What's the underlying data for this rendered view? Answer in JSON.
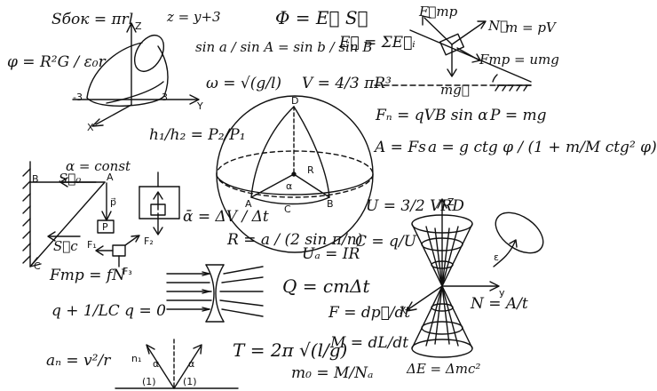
{
  "formulas": {
    "s_lateral": "Sбок = πrl",
    "z_eq": "z = y+3",
    "flux": "Φ = E⃗ S⃗",
    "e_sum": "E⃗ = ΣE⃗ᵢ",
    "f_tr": "F⃗тр",
    "n_vec": "N⃗",
    "m_pv": "m = pV",
    "f_tr_umg": "Fтр = umg",
    "phi_eq": "φ = R²G / ε₀r",
    "snell": "sin a / sin A = sin b / sin B",
    "omega": "ω = √(g/l)",
    "volume": "V = 4/3 πR³",
    "mg_vec": "mg⃗",
    "lorentz": "Fₙ = qVB sin α",
    "weight": "P = mg",
    "work": "A = Fs",
    "accel": "a = g ctg φ / (1 + m/M ctg² φ)",
    "h_ratio": "h₁/h₂ = P₂/P₁",
    "alpha_const": "α = const",
    "s0": "S⃗₀",
    "alpha_bar": "ᾱ = ΔV / Δt",
    "radius": "R = a / (2 sin π/n)",
    "internal_energy": "U = 3/2 VRD",
    "capacitance": "C = q/U",
    "ohm": "Uₐ = IR",
    "sc": "S⃗c",
    "f_tr_fn": "Fтр = fN",
    "heat": "Q = cmΔt",
    "oscillator": "q + 1/LC q = 0",
    "force_dp": "F = dp⃗/dt",
    "period": "T = 2π √(l/g)",
    "moment": "M = dL/dt",
    "n_ratio": "N = A/t",
    "centripetal": "aₙ = v²/r",
    "mass0": "m₀ = M/Nₐ",
    "energy": "ΔE = Δmc²"
  },
  "labels": {
    "z": "Z",
    "x": "X",
    "y": "Y",
    "neg3": "-3",
    "three": "3",
    "d": "D",
    "a": "A",
    "c": "C",
    "b": "B",
    "r": "R",
    "alpha": "α",
    "ba": "B",
    "aa": "A",
    "ca": "C",
    "p_vec": "p⃗",
    "p_box": "P",
    "f1": "F₁",
    "f2": "F₂",
    "f3": "F₃",
    "cone_z": "Z",
    "cone_y": "y",
    "cone_x": "X",
    "n1": "n₁",
    "one_left": "(1)",
    "one_right": "(1)",
    "eps": "ε",
    "alpha_small": "α",
    "alpha_small2": "α"
  }
}
